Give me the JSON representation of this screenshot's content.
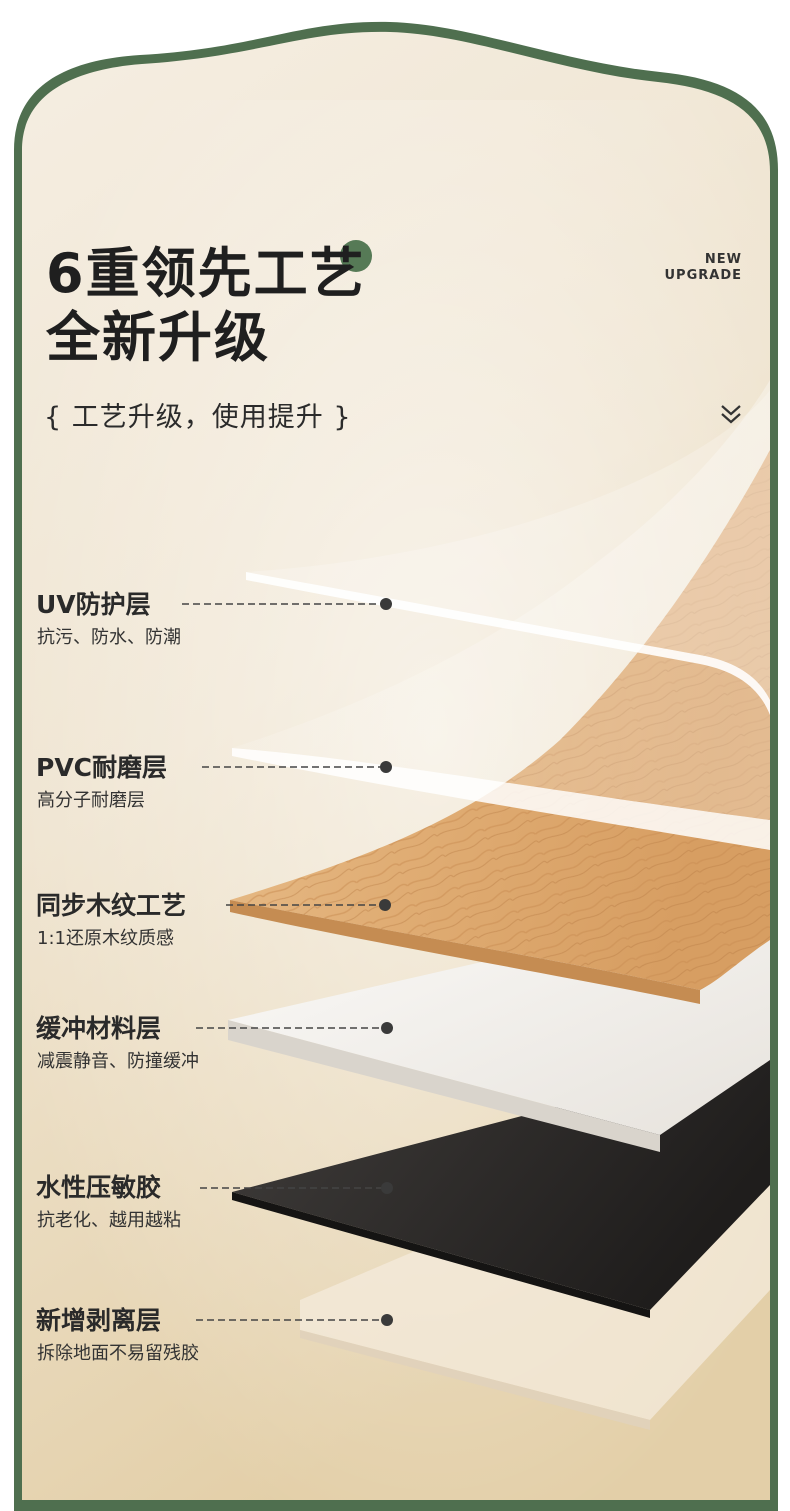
{
  "heading": {
    "line1": "6重领先工艺",
    "line2": "全新升级",
    "subtitle": "{ 工艺升级，使用提升 }",
    "badge_line1": "NEW",
    "badge_line2": "UPGRADE"
  },
  "layers": [
    {
      "name": "UV防护层",
      "desc": "抗污、防水、防潮"
    },
    {
      "name": "PVC耐磨层",
      "desc": "高分子耐磨层"
    },
    {
      "name": "同步木纹工艺",
      "desc": "1:1还原木纹质感"
    },
    {
      "name": "缓冲材料层",
      "desc": "减震静音、防撞缓冲"
    },
    {
      "name": "水性压敏胶",
      "desc": "抗老化、越用越粘"
    },
    {
      "name": "新增剥离层",
      "desc": "拆除地面不易留残胶"
    }
  ],
  "icons": {
    "scroll": "double-chevron-down-icon",
    "accent": "dot-icon"
  },
  "colors": {
    "frame": "#4f6f4f",
    "accent_dot": "#567a56",
    "background_top": "#f3ebdd",
    "background_bottom": "#e3cfa8",
    "wood": "#e2b07a",
    "foam": "#f2f0ec",
    "adhesive": "#2c2a29"
  }
}
